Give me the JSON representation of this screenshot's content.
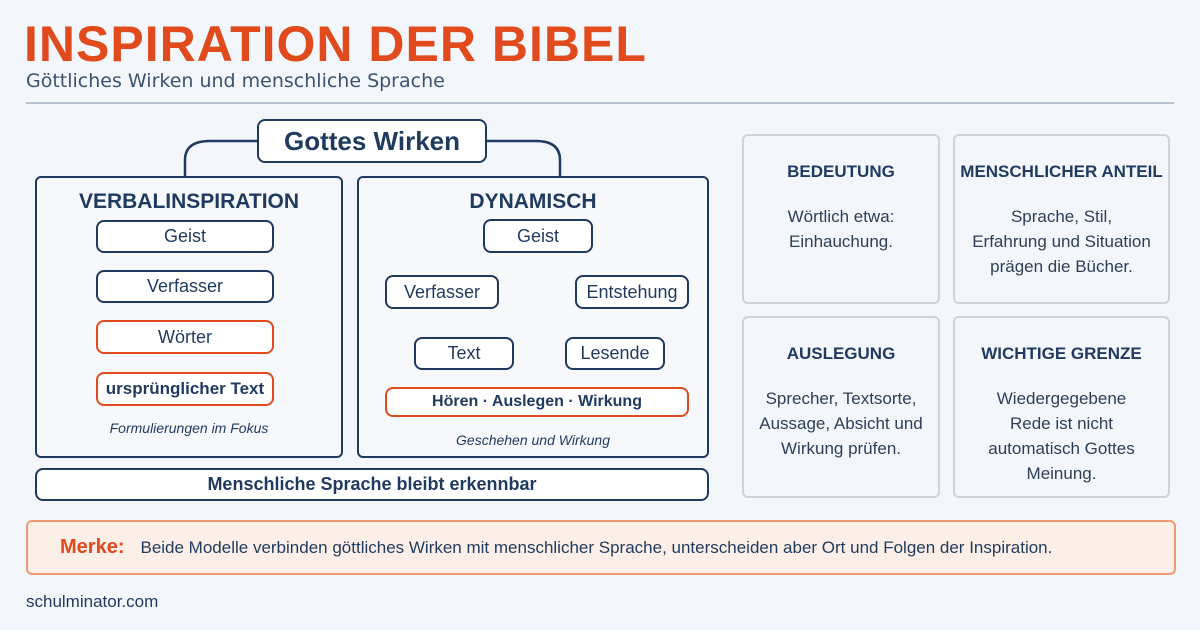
{
  "header": {
    "title": "INSPIRATION DER BIBEL",
    "subtitle": "Göttliches Wirken und menschliche Sprache"
  },
  "diagram": {
    "root": "Gottes Wirken",
    "verbal": {
      "heading": "VERBALINSPIRATION",
      "steps": [
        "Geist",
        "Verfasser",
        "Wörter",
        "ursprünglicher Text"
      ],
      "caption": "Formulierungen im Fokus"
    },
    "dynamic": {
      "heading": "DYNAMISCH",
      "nodes": {
        "geist": "Geist",
        "verfasser": "Verfasser",
        "entstehung": "Entstehung",
        "text": "Text",
        "lesende": "Lesende",
        "result": "Hören · Auslegen · Wirkung"
      },
      "caption": "Geschehen und Wirkung"
    },
    "bottom_bar": "Menschliche Sprache bleibt erkennbar"
  },
  "cards": [
    {
      "heading": "BEDEUTUNG",
      "body": "Wörtlich etwa: Einhauchung."
    },
    {
      "heading": "MENSCHLICHER ANTEIL",
      "body": "Sprache, Stil, Erfahrung und Situation prägen die Bücher."
    },
    {
      "heading": "AUSLEGUNG",
      "body": "Sprecher, Textsorte, Aussage, Absicht und Wirkung prüfen."
    },
    {
      "heading": "WICHTIGE GRENZE",
      "body": "Wiedergegebene Rede ist nicht automatisch Gottes Meinung."
    }
  ],
  "merke": {
    "label": "Merke:",
    "text": "Beide Modelle verbinden göttliches Wirken mit menschlicher Sprache, unterscheiden aber Ort und Folgen der Inspiration."
  },
  "footer": "schulminator.com",
  "colors": {
    "accent": "#e04a1c",
    "navy": "#1f3a5f",
    "background": "#f3f6fa"
  }
}
